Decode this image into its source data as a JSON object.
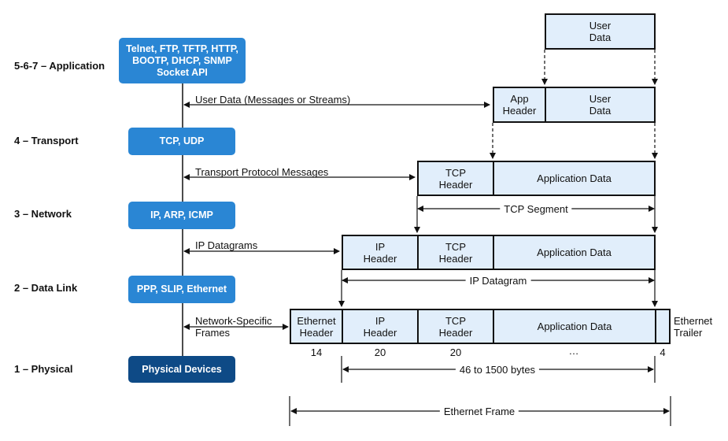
{
  "layers": {
    "application": "5-6-7 – Application",
    "transport": "4 – Transport",
    "network": "3 – Network",
    "data_link": "2 – Data Link",
    "physical": "1 – Physical"
  },
  "protocols": {
    "application": "Telnet, FTP, TFTP, HTTP,\nBOOTP, DHCP, SNMP\nSocket API",
    "transport": "TCP, UDP",
    "network": "IP, ARP, ICMP",
    "data_link": "PPP, SLIP, Ethernet",
    "physical": "Physical Devices"
  },
  "messages": {
    "application": "User Data (Messages or Streams)",
    "transport": "Transport Protocol Messages",
    "network": "IP Datagrams",
    "data_link": "Network-Specific\nFrames"
  },
  "boxes": {
    "user_data": "User\nData",
    "app_header": "App\nHeader",
    "tcp_header": "TCP\nHeader",
    "application_data": "Application Data",
    "ip_header": "IP\nHeader",
    "ethernet_header": "Ethernet\nHeader",
    "ethernet_trailer": "Ethernet\nTrailer"
  },
  "spans": {
    "tcp_segment": "TCP Segment",
    "ip_datagram": "IP Datagram",
    "payload_size": "46 to 1500 bytes",
    "ethernet_frame": "Ethernet Frame"
  },
  "sizes": {
    "ethernet_header": "14",
    "ip_header": "20",
    "tcp_header": "20",
    "data": "…",
    "trailer": "4"
  },
  "colors": {
    "protocol_box": "#2a86d4",
    "physical_box": "#0e4a86",
    "data_box": "#e1eefb"
  }
}
